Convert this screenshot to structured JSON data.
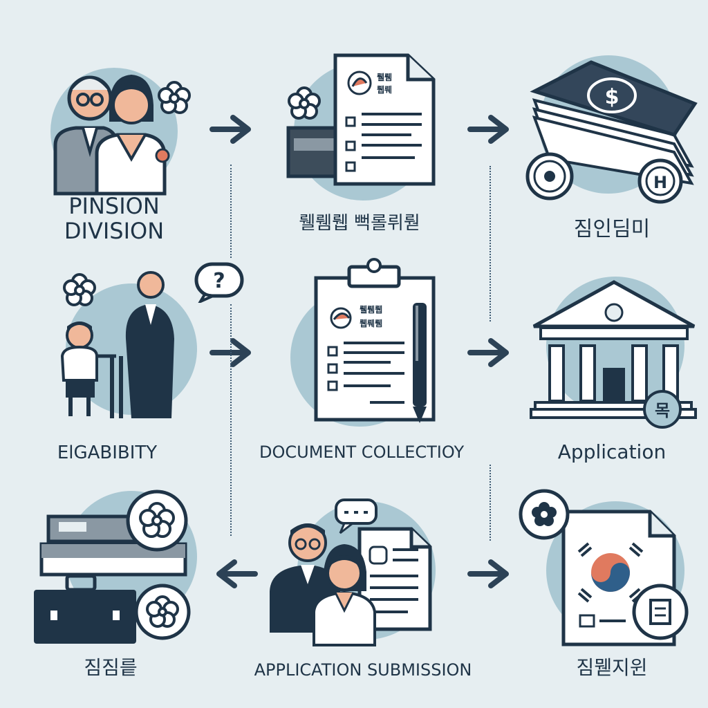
{
  "steps": [
    {
      "id": "pension-division",
      "label_lines": [
        "PINSION",
        "DIVISION"
      ],
      "icon": "elderly-couple-icon"
    },
    {
      "id": "document-forms",
      "label_lines": [
        "뤨뤰뤱 뻑롤뤼뤋"
      ],
      "icon": "document-checklist-icon"
    },
    {
      "id": "money",
      "label_lines": [
        "짐인딤미"
      ],
      "icon": "money-stack-icon"
    },
    {
      "id": "eligibility",
      "label_lines": [
        "ElGABIBITY"
      ],
      "icon": "elder-child-icon"
    },
    {
      "id": "document-collection",
      "label_lines": [
        "DOCUMENT COLLECTIOY"
      ],
      "icon": "clipboard-pen-icon"
    },
    {
      "id": "application",
      "label_lines": [
        "Application"
      ],
      "icon": "bank-building-icon"
    },
    {
      "id": "briefcase",
      "label_lines": [
        "짐짐릍"
      ],
      "icon": "briefcase-icon"
    },
    {
      "id": "application-submission",
      "label_lines": [
        "APPLICATION SUBMISSION"
      ],
      "icon": "couple-document-icon"
    },
    {
      "id": "certificate",
      "label_lines": [
        "짐뭳지윈"
      ],
      "icon": "korean-flag-document-icon"
    }
  ],
  "icon_texts": {
    "doc_header_1": "뤨뤰",
    "doc_header_2": "뤱뤠",
    "clip_header_1": "뤨뤰뤱",
    "clip_header_2": "뤱뤠뤰",
    "coin_right": "H",
    "note_symbol": "$",
    "seal_symbol": "목",
    "question_symbol": "?"
  },
  "colors": {
    "background": "#e6eef1",
    "circle": "#aac8d3",
    "navy": "#1f3447",
    "white": "#ffffff",
    "grey": "#8a98a3"
  }
}
